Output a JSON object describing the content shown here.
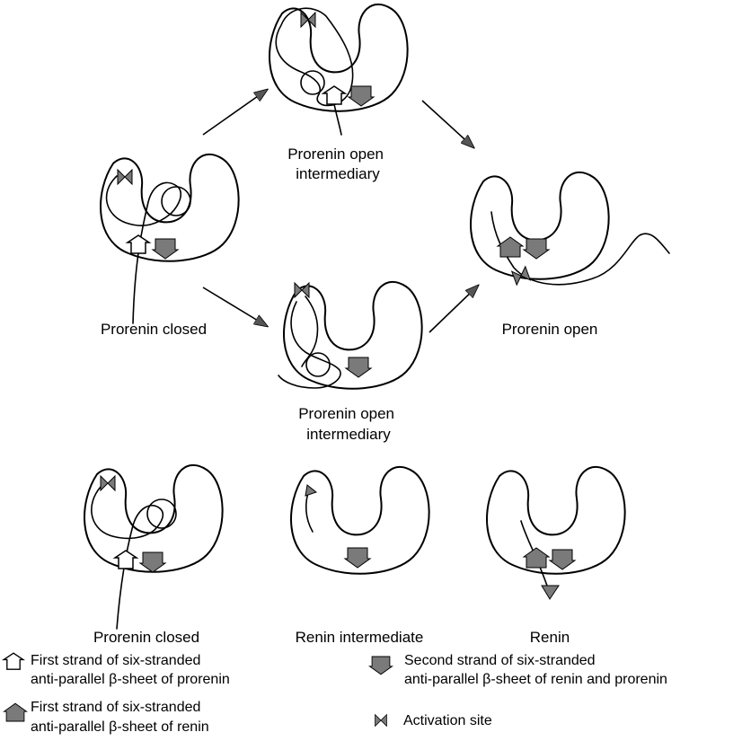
{
  "labels": {
    "prorenin_open_intermediary_top": [
      "Prorenin open",
      "intermediary"
    ],
    "prorenin_closed_mid": "Prorenin closed",
    "prorenin_open": "Prorenin open",
    "prorenin_open_intermediary_mid": [
      "Prorenin open",
      "intermediary"
    ],
    "prorenin_closed_bottom": "Prorenin closed",
    "renin_intermediate": "Renin intermediate",
    "renin": "Renin"
  },
  "legend": {
    "first_strand_prorenin": [
      "First strand of six-stranded",
      "anti-parallel β-sheet of prorenin"
    ],
    "second_strand": [
      "Second strand of six-stranded",
      "anti-parallel β-sheet of renin and prorenin"
    ],
    "first_strand_renin": [
      "First strand of six-stranded",
      "anti-parallel β-sheet of renin"
    ],
    "activation_site": "Activation site"
  },
  "colors": {
    "ink": "#000000",
    "strand_fill_dark": "#7a7a7a",
    "strand_fill_light": "#ffffff"
  }
}
